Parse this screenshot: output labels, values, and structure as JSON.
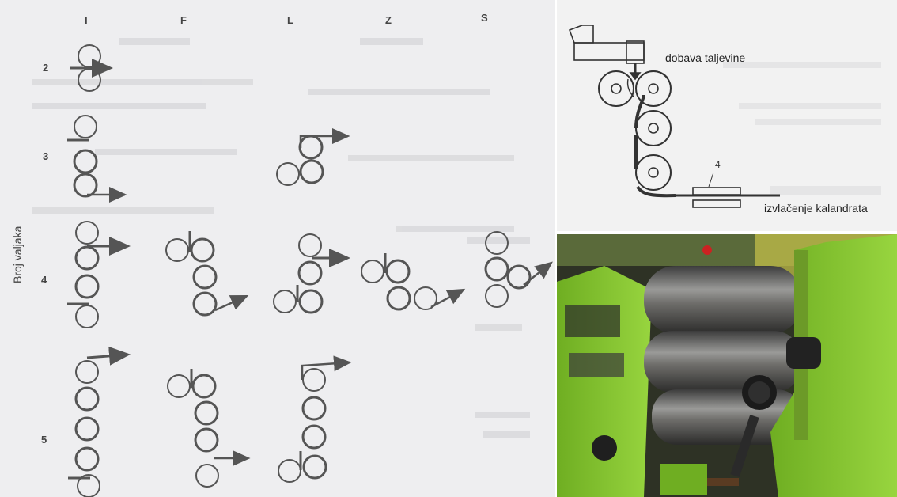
{
  "left_figure": {
    "columns": [
      "I",
      "F",
      "L",
      "Z",
      "S"
    ],
    "rows": [
      "2",
      "3",
      "4",
      "5"
    ],
    "y_axis_label": "Broj valjaka"
  },
  "top_right_figure": {
    "feed_label": "dobava taljevine",
    "part_number": "4",
    "output_label": "izvlačenje kalandrata"
  },
  "photo": {
    "subject": "calender-machine-photo",
    "machine_color": "#86c531"
  },
  "colors": {
    "roll_stroke": "#555555",
    "arrow": "#555555",
    "left_background": "#eeeef0",
    "machine_green": "#86c531"
  }
}
